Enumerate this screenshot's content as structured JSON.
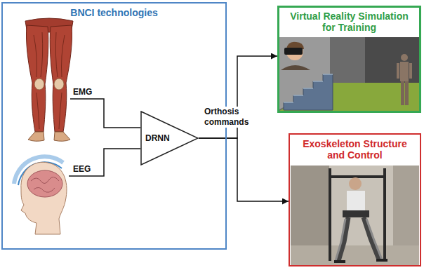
{
  "diagram": {
    "nodes": [
      {
        "text": [
          "BNCI technologies"
        ]
      },
      {
        "text": [
          "DRNN"
        ],
        "in": 0
      },
      {
        "text": [
          "Virtual Reality Simulation for Training"
        ]
      },
      {
        "text": [
          "Exoskeleton Structure and Control"
        ]
      }
    ],
    "edges": [
      {
        "from": 1,
        "to": 2,
        "arrow": "to",
        "label": "Orthosis commands"
      },
      {
        "from": 1,
        "to": 3,
        "arrow": "to"
      }
    ],
    "labels": [
      "EMG",
      "EEG"
    ]
  }
}
